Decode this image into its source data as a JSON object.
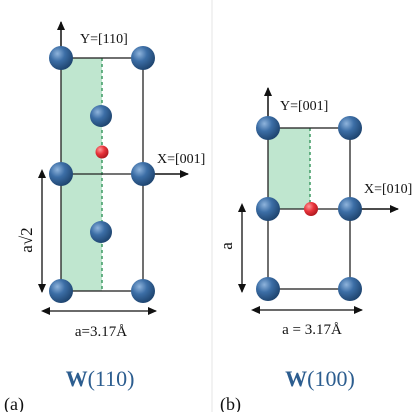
{
  "colors": {
    "atom": "#2f5f94",
    "atom_highlight": "#9cc0e6",
    "interstitial": "#e8343b",
    "plane_fill": "#bfe6cf",
    "plane_edge": "#3f9a63",
    "caption": "#2c5d8f"
  },
  "left_panel": {
    "axis_y_label": "Y=[110]",
    "axis_x_label": "X=[001]",
    "vertical_dim_label": "a√2",
    "horizontal_dim_label": "a=3.17Å",
    "caption_element": "W",
    "caption_plane": "(110)",
    "panel_letter": "(a)"
  },
  "right_panel": {
    "axis_y_label": "Y=[001]",
    "axis_x_label": "X=[010]",
    "vertical_dim_label": "a",
    "horizontal_dim_label": "a = 3.17Å",
    "caption_element": "W",
    "caption_plane": "(100)",
    "panel_letter": "(b)"
  }
}
